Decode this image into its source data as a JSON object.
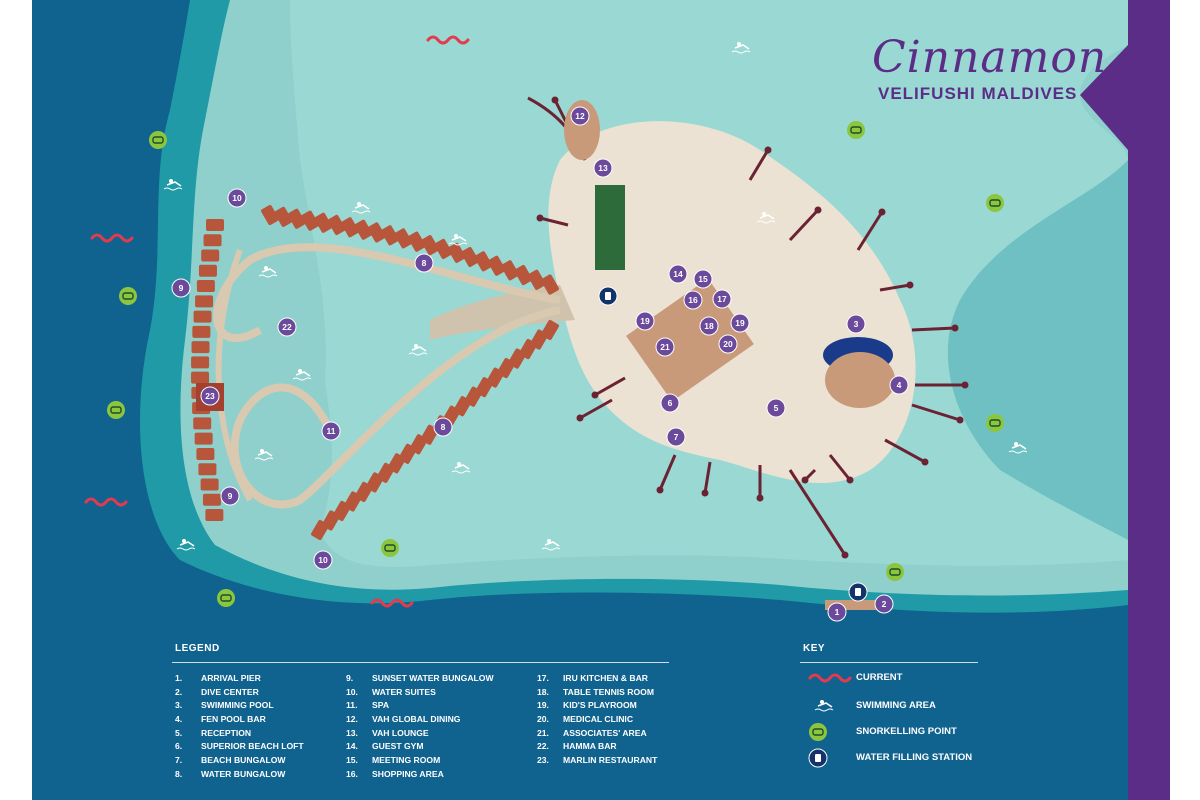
{
  "brand": {
    "name": "Cinnamon",
    "location": "VELIFUSHI MALDIVES",
    "accent_color": "#5b2d86"
  },
  "colors": {
    "deep_sea": "#10628f",
    "reef": "#1f9aa6",
    "shallow": "#8fd0cd",
    "lagoon": "#9ad8d3",
    "sand": "#ece2d3",
    "pier": "#6b2232",
    "villa": "#b8563c",
    "marker": "#6b4a9b",
    "snorkel": "#8cc63f",
    "current": "#e23b4f"
  },
  "legend": {
    "title": "LEGEND",
    "items": [
      {
        "num": "1.",
        "label": "ARRIVAL PIER"
      },
      {
        "num": "2.",
        "label": "DIVE CENTER"
      },
      {
        "num": "3.",
        "label": "SWIMMING POOL"
      },
      {
        "num": "4.",
        "label": "FEN POOL BAR"
      },
      {
        "num": "5.",
        "label": "RECEPTION"
      },
      {
        "num": "6.",
        "label": "SUPERIOR BEACH LOFT"
      },
      {
        "num": "7.",
        "label": "BEACH BUNGALOW"
      },
      {
        "num": "8.",
        "label": "WATER BUNGALOW"
      },
      {
        "num": "9.",
        "label": "SUNSET WATER BUNGALOW"
      },
      {
        "num": "10.",
        "label": "WATER SUITES"
      },
      {
        "num": "11.",
        "label": "SPA"
      },
      {
        "num": "12.",
        "label": "VAH GLOBAL DINING"
      },
      {
        "num": "13.",
        "label": "VAH LOUNGE"
      },
      {
        "num": "14.",
        "label": "GUEST GYM"
      },
      {
        "num": "15.",
        "label": "MEETING ROOM"
      },
      {
        "num": "16.",
        "label": "SHOPPING AREA"
      },
      {
        "num": "17.",
        "label": "IRU KITCHEN & BAR"
      },
      {
        "num": "18.",
        "label": "TABLE TENNIS ROOM"
      },
      {
        "num": "19.",
        "label": "KID'S PLAYROOM"
      },
      {
        "num": "20.",
        "label": "MEDICAL CLINIC"
      },
      {
        "num": "21.",
        "label": "ASSOCIATES' AREA"
      },
      {
        "num": "22.",
        "label": "HAMMA BAR"
      },
      {
        "num": "23.",
        "label": "MARLIN RESTAURANT"
      }
    ]
  },
  "key": {
    "title": "KEY",
    "items": [
      {
        "icon": "current-wave-icon",
        "label": "CURRENT"
      },
      {
        "icon": "swimmer-icon",
        "label": "SWIMMING AREA"
      },
      {
        "icon": "snorkel-mask-icon",
        "label": "SNORKELLING POINT"
      },
      {
        "icon": "water-bottle-icon",
        "label": "WATER FILLING STATION"
      }
    ]
  },
  "markers": [
    "1",
    "2",
    "3",
    "4",
    "5",
    "6",
    "7",
    "8",
    "8",
    "9",
    "9",
    "10",
    "10",
    "11",
    "12",
    "13",
    "14",
    "15",
    "16",
    "17",
    "18",
    "19",
    "19",
    "20",
    "21",
    "22",
    "23"
  ]
}
